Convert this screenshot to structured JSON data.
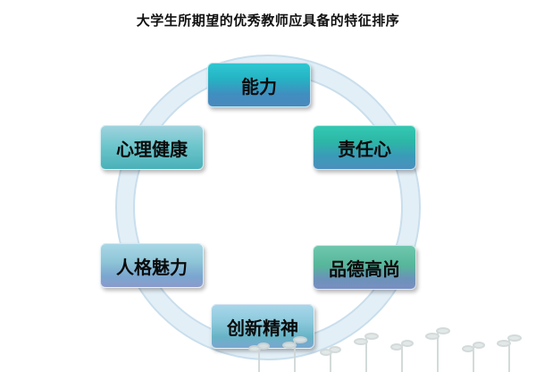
{
  "title": "大学生所期望的优秀教师应具备的特征排序",
  "nodes": [
    {
      "label": "能力"
    },
    {
      "label": "责任心"
    },
    {
      "label": "品德高尚"
    },
    {
      "label": "创新精神"
    },
    {
      "label": "人格魅力"
    },
    {
      "label": "心理健康"
    }
  ],
  "colors": {
    "ring": "#dcebf5",
    "ring_edge": "#c9deec"
  }
}
